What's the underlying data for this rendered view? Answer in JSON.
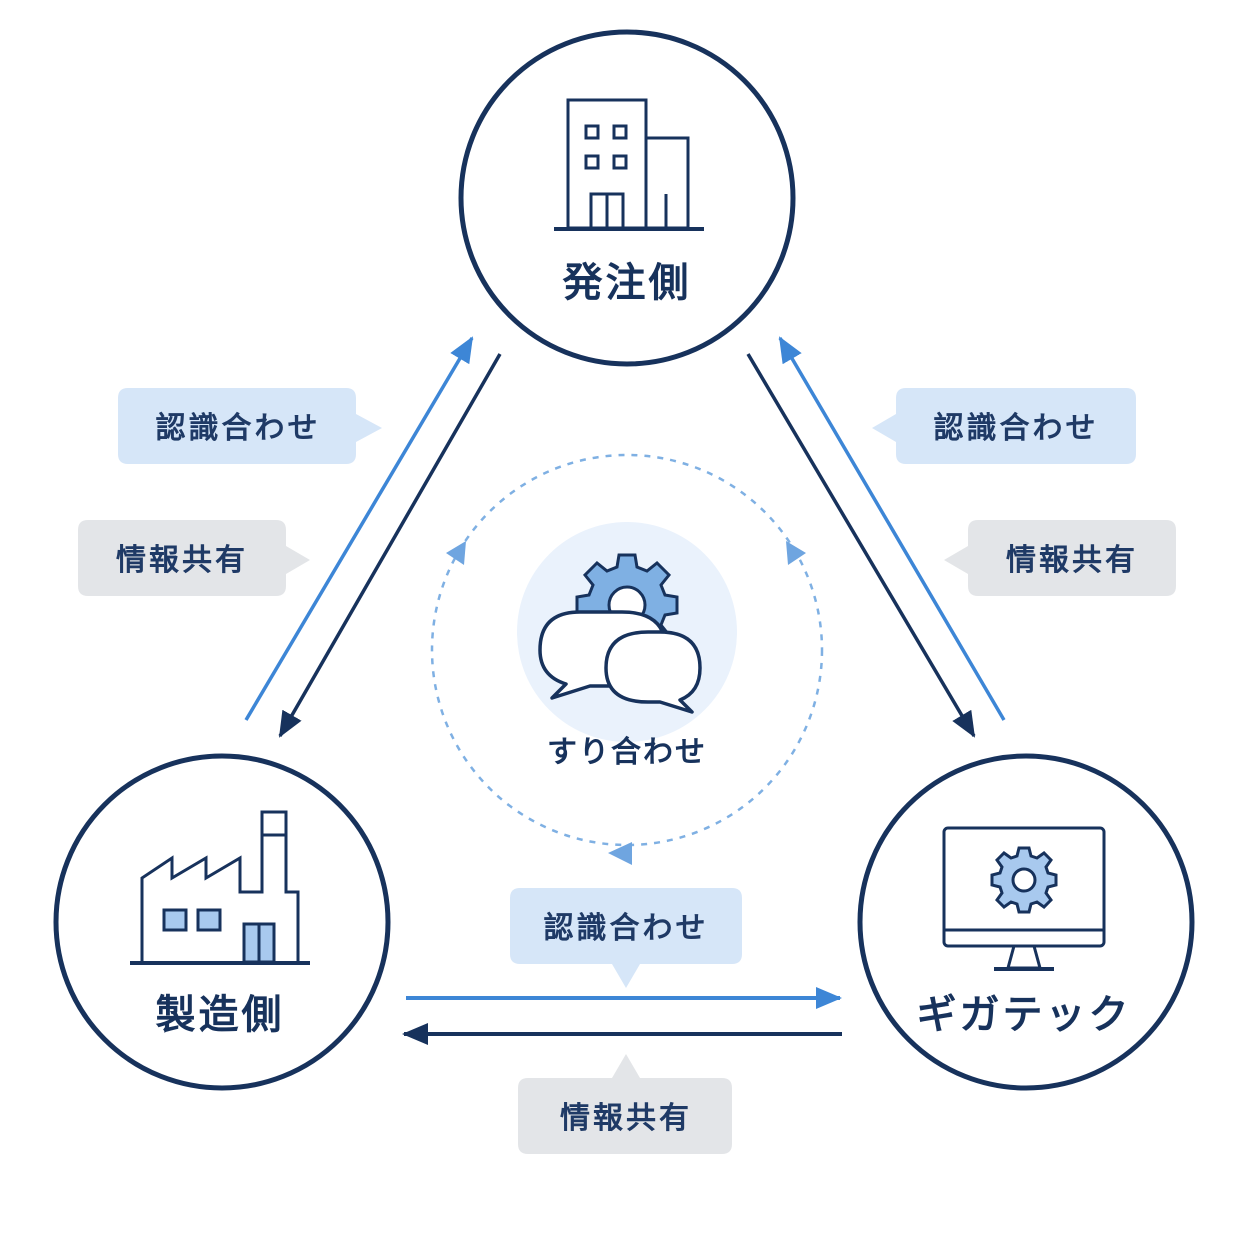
{
  "nodes": {
    "orderer": {
      "label": "発注側",
      "icon": "office-building-icon"
    },
    "manufacturer": {
      "label": "製造側",
      "icon": "factory-icon"
    },
    "gigatech": {
      "label": "ギガテック",
      "icon": "monitor-gear-icon"
    }
  },
  "center": {
    "label": "すり合わせ",
    "icon": "gear-chat-bubbles-icon"
  },
  "tags": {
    "left_alignment": "認識合わせ",
    "left_info": "情報共有",
    "right_alignment": "認識合わせ",
    "right_info": "情報共有",
    "bottom_alignment": "認識合わせ",
    "bottom_info": "情報共有"
  },
  "colors": {
    "navy": "#17325c",
    "accent_blue": "#3d86d6",
    "tag_blue": "#d6e6f8",
    "tag_gray": "#e3e5e8",
    "icon_fill": "#a8c9ee"
  }
}
